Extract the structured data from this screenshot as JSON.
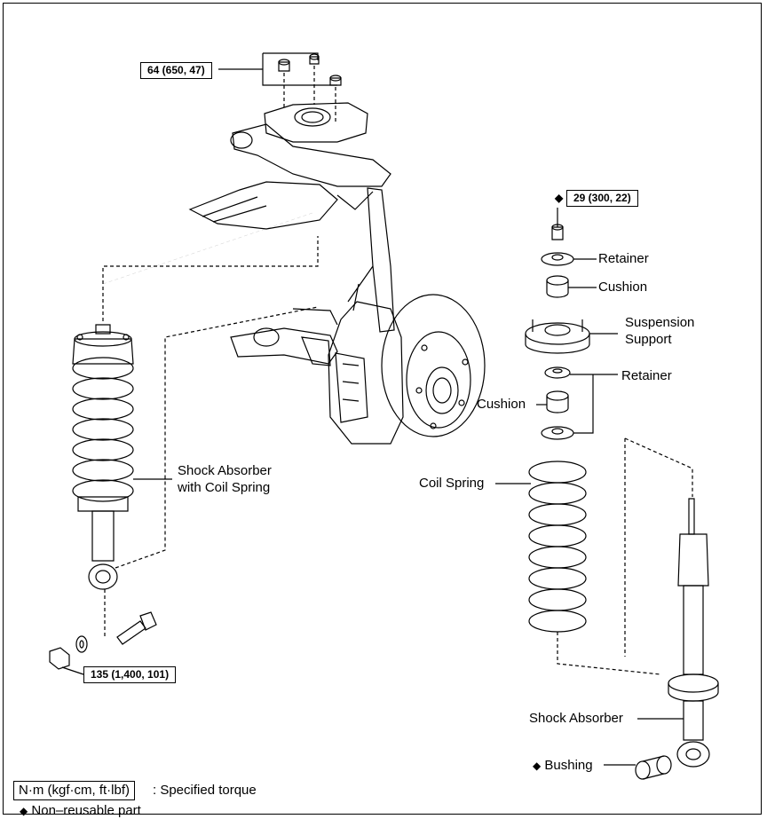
{
  "torque_labels": {
    "upper_nuts": "64 (650, 47)",
    "support_nut": "29 (300, 22)",
    "lower_bolt": "135 (1,400, 101)"
  },
  "diamond": "◆",
  "parts": {
    "retainer_top": "Retainer",
    "cushion_top": "Cushion",
    "suspension_support_line1": "Suspension",
    "suspension_support_line2": "Support",
    "retainer_lower": "Retainer",
    "cushion_lower": "Cushion",
    "coil_spring": "Coil Spring",
    "shock_with_spring_line1": "Shock Absorber",
    "shock_with_spring_line2": "with Coil Spring",
    "shock_absorber": "Shock Absorber",
    "bushing": "Bushing"
  },
  "legend": {
    "torque_unit": "N·m (kgf·cm, ft·lbf)",
    "torque_desc": ": Specified torque",
    "non_reusable": "Non–reusable part"
  }
}
